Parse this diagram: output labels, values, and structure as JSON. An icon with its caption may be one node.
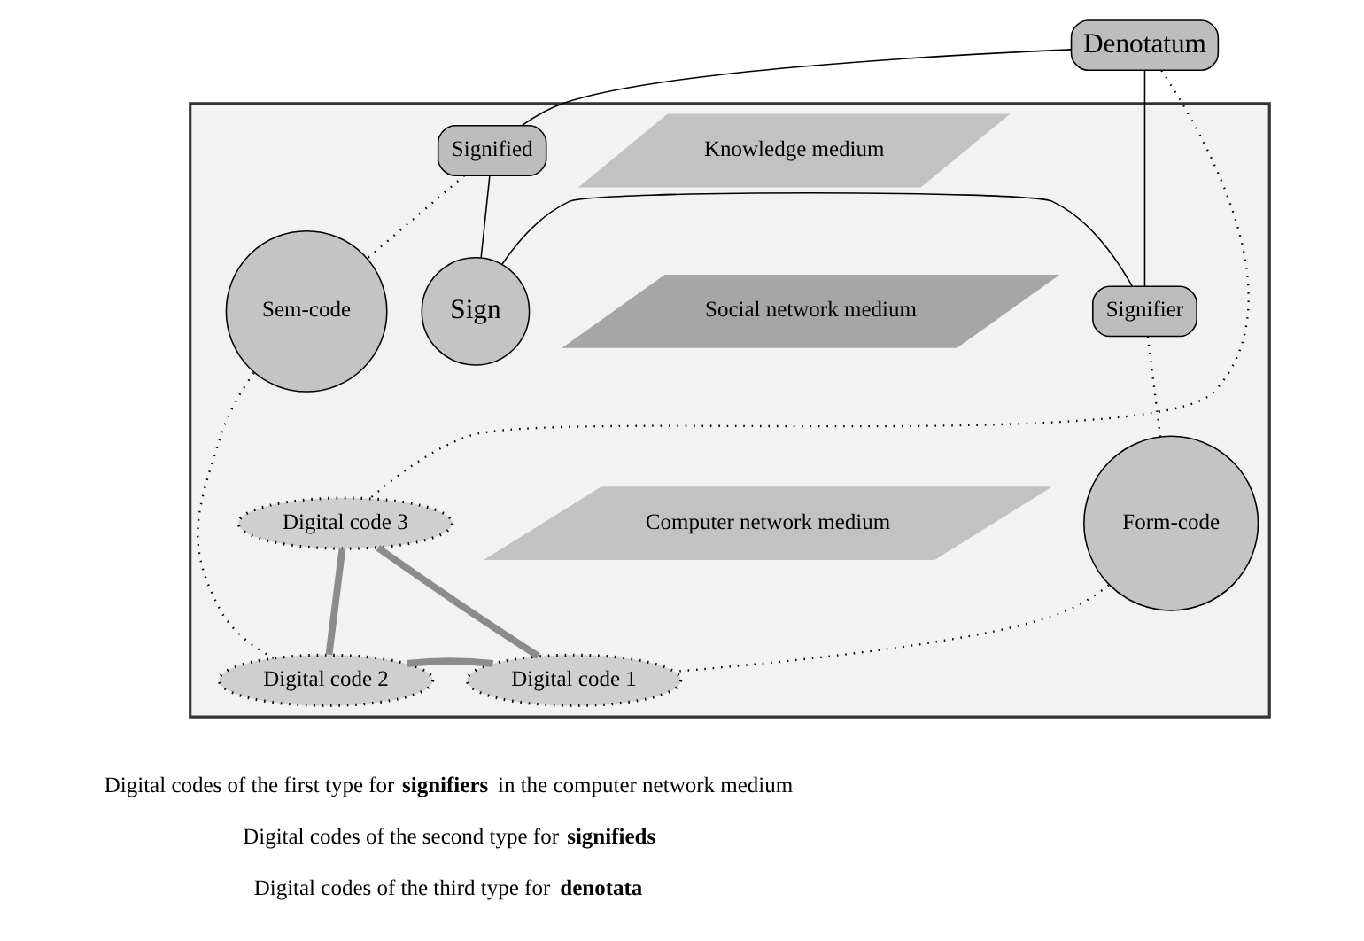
{
  "diagram": {
    "nodes": [
      {
        "text": [
          "Denotatum"
        ]
      },
      {
        "text": [],
        "shape": "parallelogram"
      },
      {
        "text": [
          "Signified"
        ],
        "in": 1
      },
      {
        "text": [
          "Knowledge medium"
        ],
        "in": 1
      },
      {
        "text": [
          "Sign"
        ],
        "in": 1
      },
      {
        "text": [
          "Sem-code"
        ],
        "in": 1
      },
      {
        "text": [
          "Signifier"
        ],
        "in": 1
      },
      {
        "text": [
          "Social network medium"
        ],
        "in": 1
      },
      {
        "text": [
          "Form-code"
        ],
        "in": 1
      },
      {
        "text": [
          "Digital code 3"
        ],
        "in": 1
      },
      {
        "text": [
          "Computer network medium"
        ],
        "in": 1
      },
      {
        "text": [
          "Digital code 2"
        ],
        "in": 1
      },
      {
        "text": [
          "Digital code 1"
        ],
        "in": 1
      }
    ],
    "edges": [
      {
        "from": 0,
        "to": 2,
        "arrow": "none"
      },
      {
        "from": 0,
        "to": 6,
        "arrow": "none"
      },
      {
        "from": 0,
        "to": 9,
        "arrow": "none",
        "style": "dashed"
      },
      {
        "from": 2,
        "to": 4,
        "arrow": "none"
      },
      {
        "from": 4,
        "to": 6,
        "arrow": "none"
      },
      {
        "from": 2,
        "to": 5,
        "arrow": "none",
        "style": "dashed"
      },
      {
        "from": 5,
        "to": 11,
        "arrow": "none",
        "style": "dashed"
      },
      {
        "from": 6,
        "to": 8,
        "arrow": "none",
        "style": "dashed"
      },
      {
        "from": 8,
        "to": 12,
        "arrow": "none",
        "style": "dashed"
      },
      {
        "from": 11,
        "to": 9,
        "arrow": "none",
        "style": "thick",
        "color": "#8c8c8c"
      },
      {
        "from": 9,
        "to": 12,
        "arrow": "none",
        "style": "thick",
        "color": "#8c8c8c"
      },
      {
        "from": 11,
        "to": 12,
        "arrow": "none",
        "style": "thick",
        "color": "#8c8c8c"
      }
    ],
    "labels": [
      "Digital codes of the first type for **signifiers** in the computer network medium",
      "Digital codes of the second type for **signifieds**",
      "Digital codes of the third type for **denotata**"
    ]
  }
}
